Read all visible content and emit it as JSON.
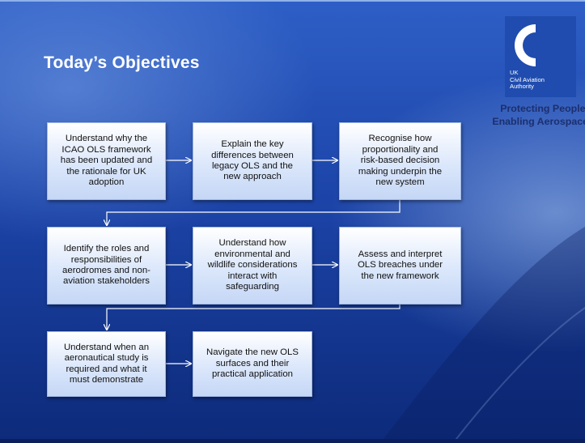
{
  "slide": {
    "title": "Today’s Objectives",
    "logo": {
      "line1": "UK",
      "line2": "Civil Aviation",
      "line3": "Authority"
    },
    "tagline": {
      "line1": "Protecting People,",
      "line2": "Enabling Aerospace"
    },
    "colors": {
      "background_top": "#2e5fc6",
      "background_bottom": "#0d2a7a",
      "box_fill": "#dbe7fb",
      "tagline": "#1c2f6e"
    }
  },
  "objectives": [
    {
      "lines": [
        "Understand why the",
        "ICAO OLS framework",
        "has been updated and",
        "the rationale for UK",
        "adoption"
      ]
    },
    {
      "lines": [
        "Explain the key",
        "differences between",
        "legacy OLS and the",
        "new approach"
      ]
    },
    {
      "lines": [
        "Recognise how",
        "proportionality and",
        "risk-based decision",
        "making underpin the",
        "new system"
      ]
    },
    {
      "lines": [
        "Identify the roles and",
        "responsibilities of",
        "aerodromes and non-",
        "aviation stakeholders"
      ]
    },
    {
      "lines": [
        "Understand how",
        "environmental and",
        "wildlife considerations",
        "interact with",
        "safeguarding"
      ]
    },
    {
      "lines": [
        "Assess and interpret",
        "OLS breaches under",
        "the new framework"
      ]
    },
    {
      "lines": [
        "Understand when an",
        "aeronautical study is",
        "required and what it",
        "must demonstrate"
      ]
    },
    {
      "lines": [
        "Navigate the new OLS",
        "surfaces and their",
        "practical application"
      ]
    }
  ]
}
